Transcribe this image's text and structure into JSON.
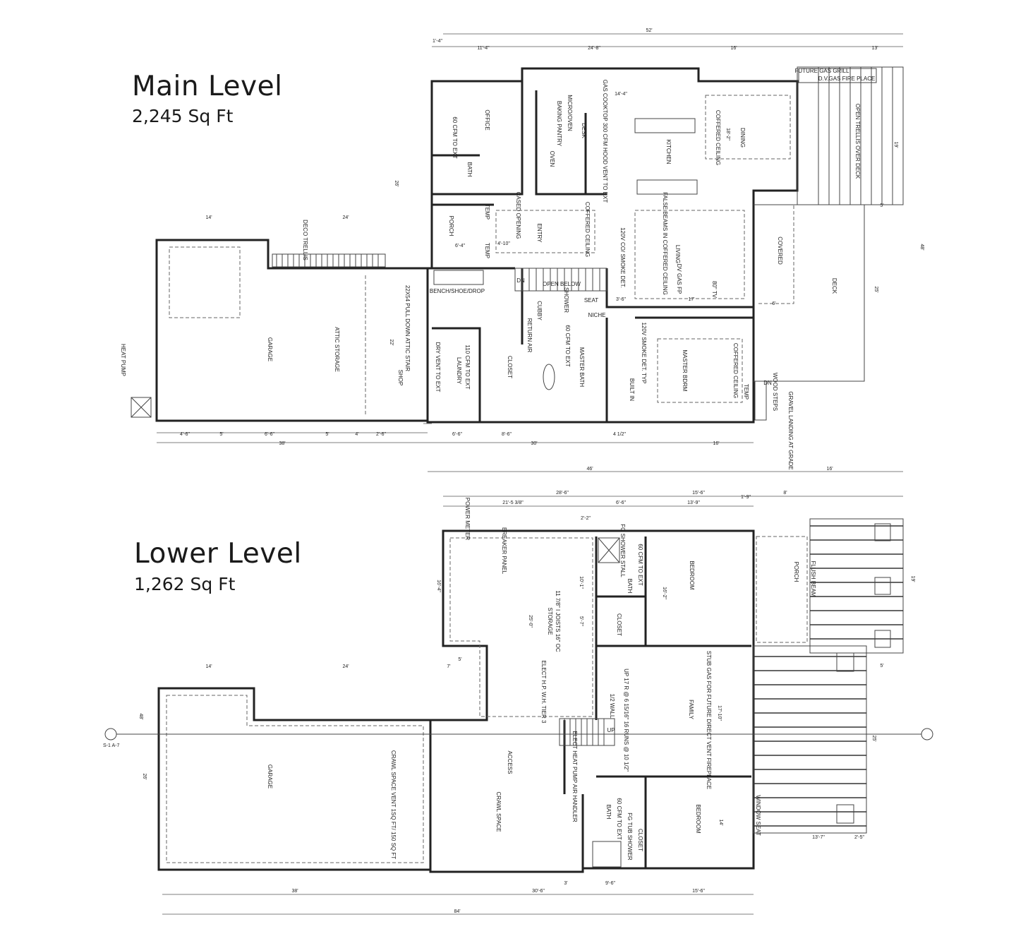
{
  "main_level": {
    "title": "Main Level",
    "area": "2,245 Sq Ft",
    "rooms": [
      "OFFICE",
      "BATH",
      "60 CFM TO EXT",
      "BAKING PANTRY",
      "OVEN",
      "DESK",
      "MICRO/OVEN",
      "GAS COOKTOP 300 CFM HOOD VENT TO EXT",
      "KITCHEN",
      "COFFERED CEILING",
      "DINING",
      "OPEN TRELLIS OVER DECK",
      "FUTURE GAS GRILL",
      "D.V.GAS FIRE PLACE",
      "CASED OPENING",
      "PORCH",
      "ENTRY",
      "COFFERED CEILING",
      "LIVING",
      "FALSE BEAMS IN COFFERED CEILING",
      "120V CO/ SMOKE DET.",
      "DV GAS FP",
      "80\" TV",
      "COVERED",
      "DECK",
      "OPEN BELOW",
      "DN",
      "BENCH/SHOE/DROP",
      "DECO TRELLIS",
      "GARAGE",
      "ATTIC STORAGE",
      "22X54 PULL DOWN ATTIC STAIR",
      "SHOP",
      "HEAT PUMP",
      "LAUNDRY",
      "110 CFM TO EXT",
      "DRY VENT TO EXT",
      "CLOSET",
      "RETURN AIR",
      "CUBBY",
      "SHOWER",
      "60 CFM TO EXT",
      "MASTER BATH",
      "SEAT",
      "NICHE",
      "120V SMOKE DET. TYP",
      "BUILT IN",
      "MASTER BDRM",
      "COFFERED CEILING",
      "TEMP",
      "TEMP",
      "TEMP",
      "DN",
      "WOOD STEPS",
      "GRAVEL LANDING AT GRADE"
    ],
    "dimensions": [
      "52'",
      "1'-4\"",
      "11'-4\"",
      "24'-8\"",
      "16'",
      "13'",
      "14'",
      "24'",
      "48'",
      "26'",
      "22'",
      "4'-6\"",
      "5'",
      "6'-6\"",
      "5'",
      "4'",
      "2'-6\"",
      "38'",
      "6'-6\"",
      "8'-6\"",
      "30'",
      "4 1/2\"",
      "16'",
      "46'",
      "16'",
      "14'-4\"",
      "18'-2\"",
      "25'",
      "19'",
      "5'",
      "6'",
      "17'",
      "3'-6\"",
      "4'-10\"",
      "6'-4\""
    ]
  },
  "lower_level": {
    "title": "Lower Level",
    "area": "1,262 Sq Ft",
    "rooms": [
      "POWER METER",
      "BREAKER PANEL",
      "STORAGE",
      "11 7/8\" I JOISTS 16\" OC",
      "FG SHOWER STALL",
      "60 CFM TO EXT",
      "BATH",
      "CLOSET",
      "BEDROOM",
      "PORCH",
      "FLUSH BEAM",
      "ELECT H.P. W.H. TIER 3",
      "1/2 WALL",
      "UP 17 R @ 6 15/16\" 16 RUNS @ 10 1/2\"",
      "UP",
      "FAMILY",
      "STUB GAS FOR FUTURE DIRECT VENT FIREPLACE",
      "GARAGE",
      "CRAWL SPACE VENT 1SQ FT/ 150 SQ FT",
      "ACCESS",
      "CRAWL SPACE",
      "ELECT HEAT PUMP AIR HANDLER",
      "BATH",
      "60 CFM TO EXT",
      "FG TUB SHOWER",
      "CLOSET",
      "BEDROOM",
      "WINDOW SEAT"
    ],
    "dimensions": [
      "28'-6\"",
      "15'-6\"",
      "8'",
      "21'-5 3/8\"",
      "6'-6\"",
      "13'-9\"",
      "1'-9\"",
      "2'-2\"",
      "16'-4\"",
      "25'-0\"",
      "10'-1\"",
      "5'-7\"",
      "16'-2\"",
      "17'-10\"",
      "14'",
      "48'",
      "26'",
      "14'",
      "24'",
      "7'",
      "5'",
      "5'",
      "25'",
      "19'",
      "13'-7\"",
      "2'-5\"",
      "38'",
      "30'-6\"",
      "15'-6\"",
      "3'",
      "9'-6\"",
      "84'"
    ],
    "section_marker": "S-1 A-7"
  }
}
